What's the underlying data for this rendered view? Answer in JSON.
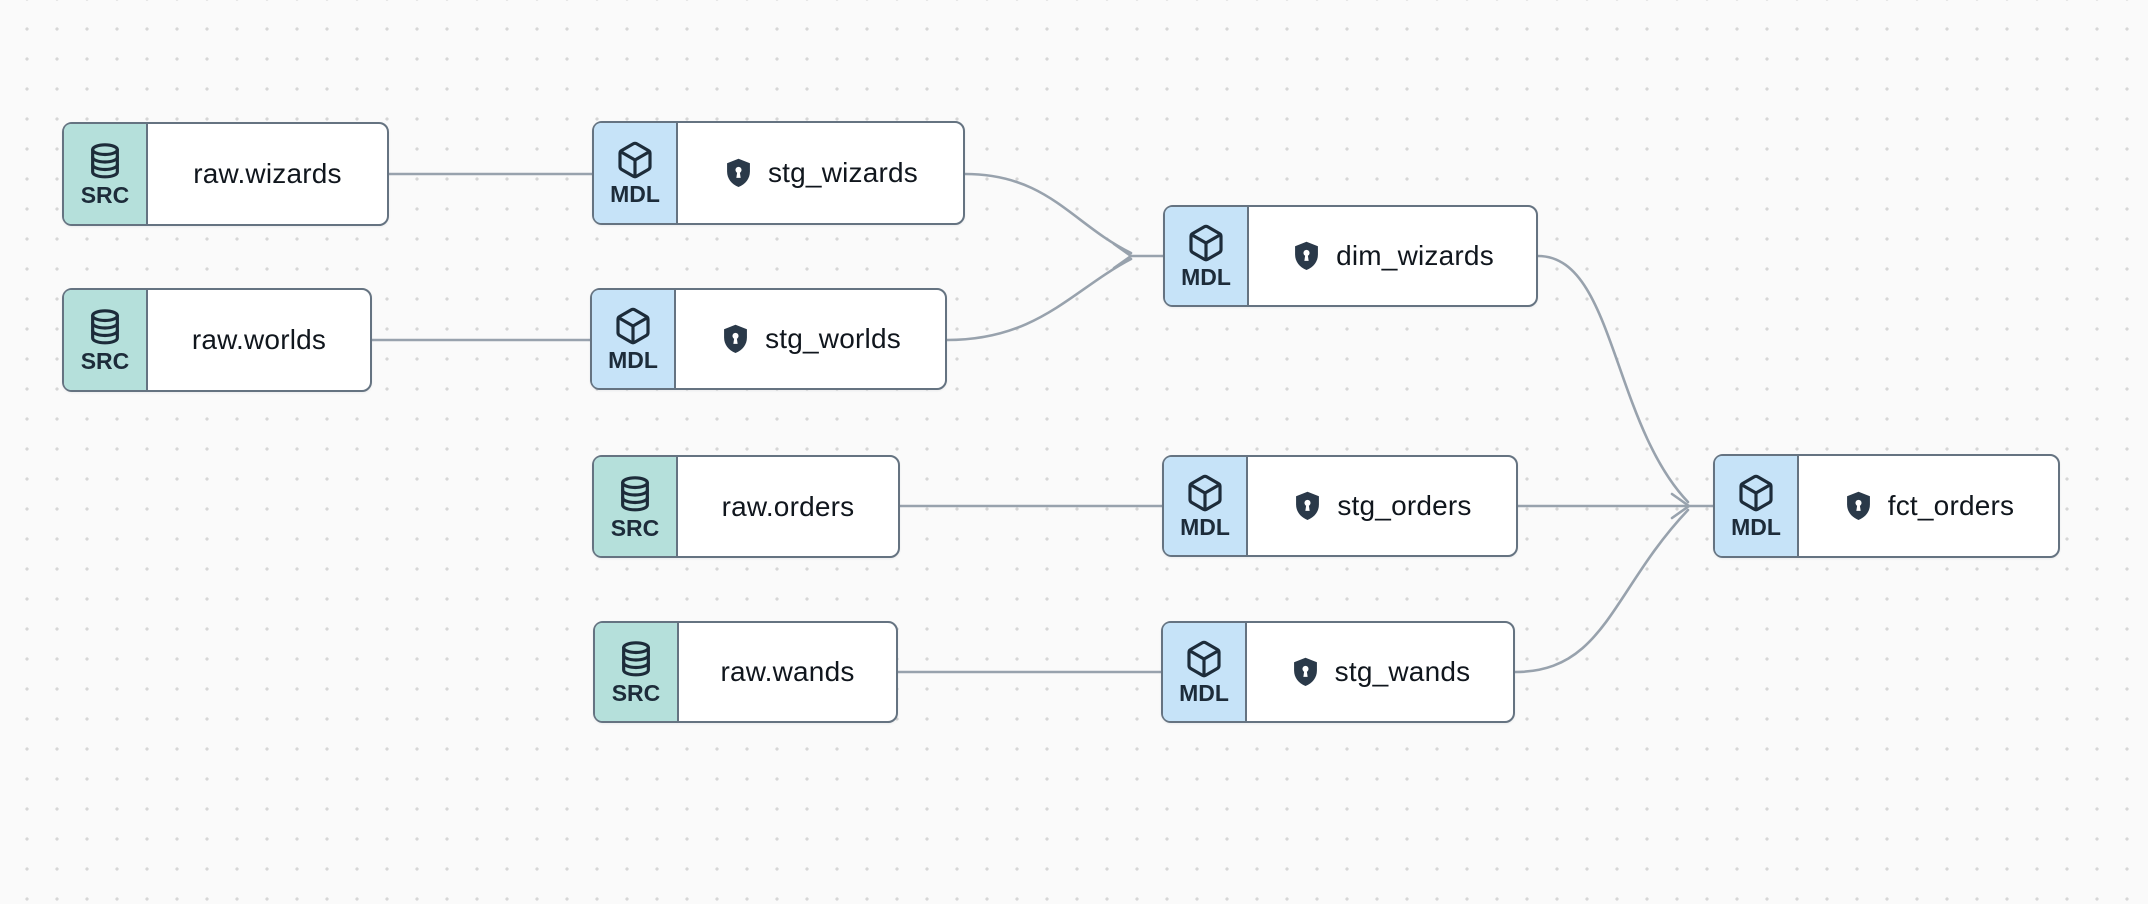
{
  "app": {
    "view_name": "data lineage graph"
  },
  "nodes": [
    {
      "id": "raw.wizards",
      "label": "raw.wizards",
      "type_badge": "SRC",
      "icon": "database-icon",
      "shielded": false
    },
    {
      "id": "raw.worlds",
      "label": "raw.worlds",
      "type_badge": "SRC",
      "icon": "database-icon",
      "shielded": false
    },
    {
      "id": "raw.orders",
      "label": "raw.orders",
      "type_badge": "SRC",
      "icon": "database-icon",
      "shielded": false
    },
    {
      "id": "raw.wands",
      "label": "raw.wands",
      "type_badge": "SRC",
      "icon": "database-icon",
      "shielded": false
    },
    {
      "id": "stg_wizards",
      "label": "stg_wizards",
      "type_badge": "MDL",
      "icon": "cube-icon",
      "shielded": true
    },
    {
      "id": "stg_worlds",
      "label": "stg_worlds",
      "type_badge": "MDL",
      "icon": "cube-icon",
      "shielded": true
    },
    {
      "id": "stg_orders",
      "label": "stg_orders",
      "type_badge": "MDL",
      "icon": "cube-icon",
      "shielded": true
    },
    {
      "id": "stg_wands",
      "label": "stg_wands",
      "type_badge": "MDL",
      "icon": "cube-icon",
      "shielded": true
    },
    {
      "id": "dim_wizards",
      "label": "dim_wizards",
      "type_badge": "MDL",
      "icon": "cube-icon",
      "shielded": true
    },
    {
      "id": "fct_orders",
      "label": "fct_orders",
      "type_badge": "MDL",
      "icon": "cube-icon",
      "shielded": true
    }
  ],
  "edges": [
    {
      "from": "raw.wizards",
      "to": "stg_wizards"
    },
    {
      "from": "raw.worlds",
      "to": "stg_worlds"
    },
    {
      "from": "raw.orders",
      "to": "stg_orders"
    },
    {
      "from": "raw.wands",
      "to": "stg_wands"
    },
    {
      "from": "stg_wizards",
      "to": "dim_wizards"
    },
    {
      "from": "stg_worlds",
      "to": "dim_wizards"
    },
    {
      "from": "stg_orders",
      "to": "fct_orders"
    },
    {
      "from": "stg_wands",
      "to": "fct_orders"
    },
    {
      "from": "dim_wizards",
      "to": "fct_orders"
    }
  ],
  "colors": {
    "canvas_bg": "#fafafa",
    "grid_dot": "#d6d6d6",
    "node_border": "#657381",
    "edge": "#98a2ad",
    "source_badge_bg": "#b5e0db",
    "model_badge_bg": "#c6e3f8",
    "badge_text": "#1d2c3a",
    "label_text": "#10161d",
    "shield_fill": "#2a3949"
  }
}
